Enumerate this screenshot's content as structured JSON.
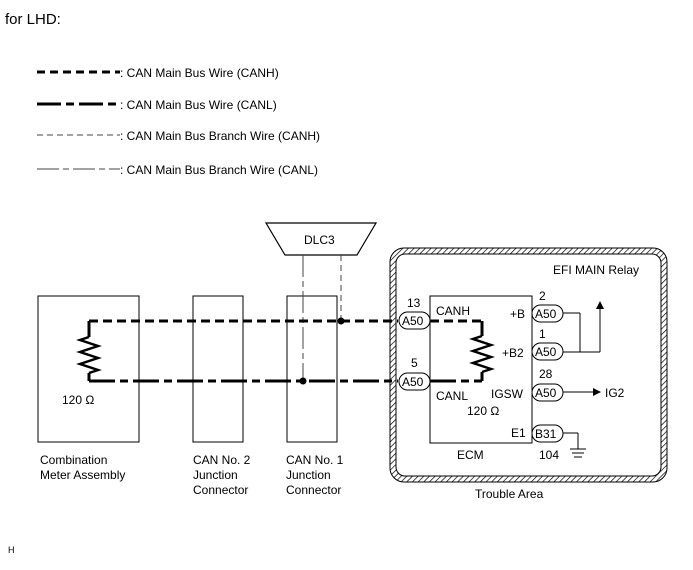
{
  "heading": "for LHD:",
  "legend": [
    {
      "style": "thick-dashed",
      "label": ": CAN Main Bus Wire (CANH)"
    },
    {
      "style": "thick-dash-dot",
      "label": ": CAN Main Bus Wire (CANL)"
    },
    {
      "style": "thin-dashed",
      "label": ": CAN Main Bus Branch Wire (CANH)"
    },
    {
      "style": "thin-dash-dot",
      "label": ": CAN Main Bus Branch Wire (CANL)"
    }
  ],
  "dlc": {
    "label": "DLC3"
  },
  "components": {
    "combination_meter": {
      "line1": "Combination",
      "line2": "Meter Assembly",
      "resistance": "120 Ω"
    },
    "can_no2": {
      "line1": "CAN No. 2",
      "line2": "Junction",
      "line3": "Connector"
    },
    "can_no1": {
      "line1": "CAN No. 1",
      "line2": "Junction",
      "line3": "Connector"
    }
  },
  "ecm": {
    "label": "ECM",
    "canh_label": "CANH",
    "canl_label": "CANL",
    "resistance": "120 Ω",
    "pins": {
      "canh": {
        "connector": "A50",
        "number": "13"
      },
      "canl": {
        "connector": "A50",
        "number": "5"
      },
      "plus_b": {
        "name": "+B",
        "connector": "A50",
        "number": "2"
      },
      "plus_b2": {
        "name": "+B2",
        "connector": "A50",
        "number": "1"
      },
      "igsw": {
        "name": "IGSW",
        "connector": "A50",
        "number": "28",
        "target": "IG2"
      },
      "e1": {
        "name": "E1",
        "connector": "B31",
        "number": "104"
      }
    }
  },
  "relay_label": "EFI MAIN Relay",
  "trouble_area_label": "Trouble Area",
  "footer_code": "H",
  "colors": {
    "line": "#000000",
    "background": "#ffffff"
  }
}
